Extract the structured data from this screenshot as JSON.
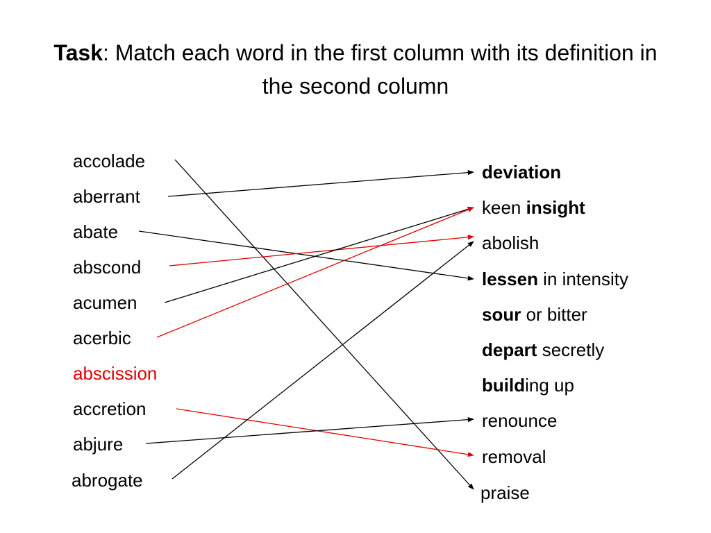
{
  "title": {
    "bold": "Task",
    "rest": ": Match each word in the first column with its definition in the second column"
  },
  "colors": {
    "text": "#000000",
    "highlight": "#e00000"
  },
  "words": [
    {
      "text": "accolade"
    },
    {
      "text": "aberrant"
    },
    {
      "text": "abate"
    },
    {
      "text": "abscond"
    },
    {
      "text": "acumen"
    },
    {
      "text": "acerbic"
    },
    {
      "text": "abscission",
      "color": "#e00000"
    },
    {
      "text": "accretion"
    },
    {
      "text": "abjure"
    },
    {
      "text": "abrogate"
    }
  ],
  "definitions": [
    {
      "bold": "deviation",
      "rest": ""
    },
    {
      "pre": "keen ",
      "bold": "insight",
      "rest": ""
    },
    {
      "pre": "abolish",
      "bold": "",
      "rest": ""
    },
    {
      "bold": "lessen",
      "rest": " in intensity"
    },
    {
      "bold": "sour",
      "rest": " or bitter"
    },
    {
      "bold": "depart",
      "rest": " secretly"
    },
    {
      "bold": "build",
      "rest": "ing up"
    },
    {
      "pre": "renounce",
      "bold": "",
      "rest": ""
    },
    {
      "pre": "removal",
      "bold": "",
      "rest": ""
    },
    {
      "pre": "praise",
      "bold": "",
      "rest": ""
    }
  ],
  "matches": [
    {
      "word": "accolade",
      "definition": "praise",
      "color": "#000000"
    },
    {
      "word": "aberrant",
      "definition": "deviation",
      "color": "#000000"
    },
    {
      "word": "abate",
      "definition": "lessen in intensity",
      "color": "#000000"
    },
    {
      "word": "abscond",
      "definition": "abolish",
      "color": "#e00000"
    },
    {
      "word": "acumen",
      "definition": "keen insight",
      "color": "#000000"
    },
    {
      "word": "acerbic",
      "definition": "keen insight",
      "color": "#e00000"
    },
    {
      "word": "accretion",
      "definition": "removal",
      "color": "#e00000"
    },
    {
      "word": "abjure",
      "definition": "renounce",
      "color": "#000000"
    },
    {
      "word": "abrogate",
      "definition": "abolish",
      "color": "#000000"
    }
  ]
}
